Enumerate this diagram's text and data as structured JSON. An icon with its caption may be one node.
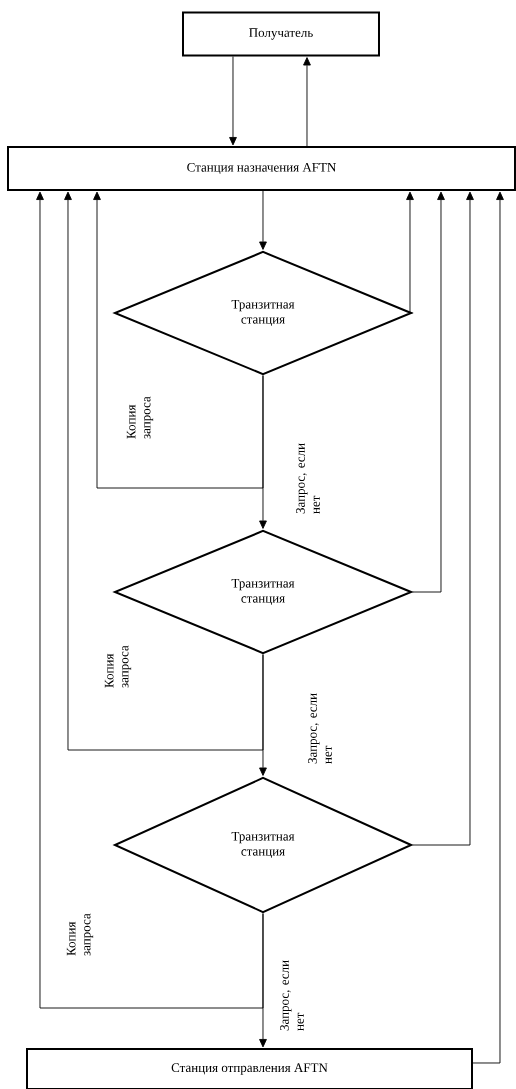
{
  "diagram": {
    "nodes": [
      {
        "text": [
          "Получатель"
        ]
      },
      {
        "text": [
          "Станция назначения AFTN"
        ]
      },
      {
        "text": [
          "Транзитная станция"
        ]
      },
      {
        "text": [
          "Транзитная станция"
        ]
      },
      {
        "text": [
          "Транзитная станция"
        ]
      },
      {
        "text": [
          "Станция отправления AFTN"
        ]
      }
    ],
    "edges": [
      {
        "from": 0,
        "to": 1,
        "arrow": "to"
      },
      {
        "from": 1,
        "to": 0,
        "arrow": "to"
      },
      {
        "from": 1,
        "to": 2,
        "arrow": "to"
      },
      {
        "from": 2,
        "to": 1,
        "arrow": "to"
      },
      {
        "from": 2,
        "to": 1,
        "arrow": "to",
        "label": "Копия запроса"
      },
      {
        "from": 2,
        "to": 3,
        "arrow": "to",
        "label": "Запрос, если нет"
      },
      {
        "from": 3,
        "to": 1,
        "arrow": "to"
      },
      {
        "from": 3,
        "to": 1,
        "arrow": "to",
        "label": "Копия запроса"
      },
      {
        "from": 3,
        "to": 4,
        "arrow": "to",
        "label": "Запрос, если нет"
      },
      {
        "from": 4,
        "to": 1,
        "arrow": "to"
      },
      {
        "from": 4,
        "to": 1,
        "arrow": "to",
        "label": "Копия запроса"
      },
      {
        "from": 4,
        "to": 5,
        "arrow": "to",
        "label": "Запрос, если нет"
      },
      {
        "from": 5,
        "to": 1,
        "arrow": "to"
      }
    ]
  }
}
